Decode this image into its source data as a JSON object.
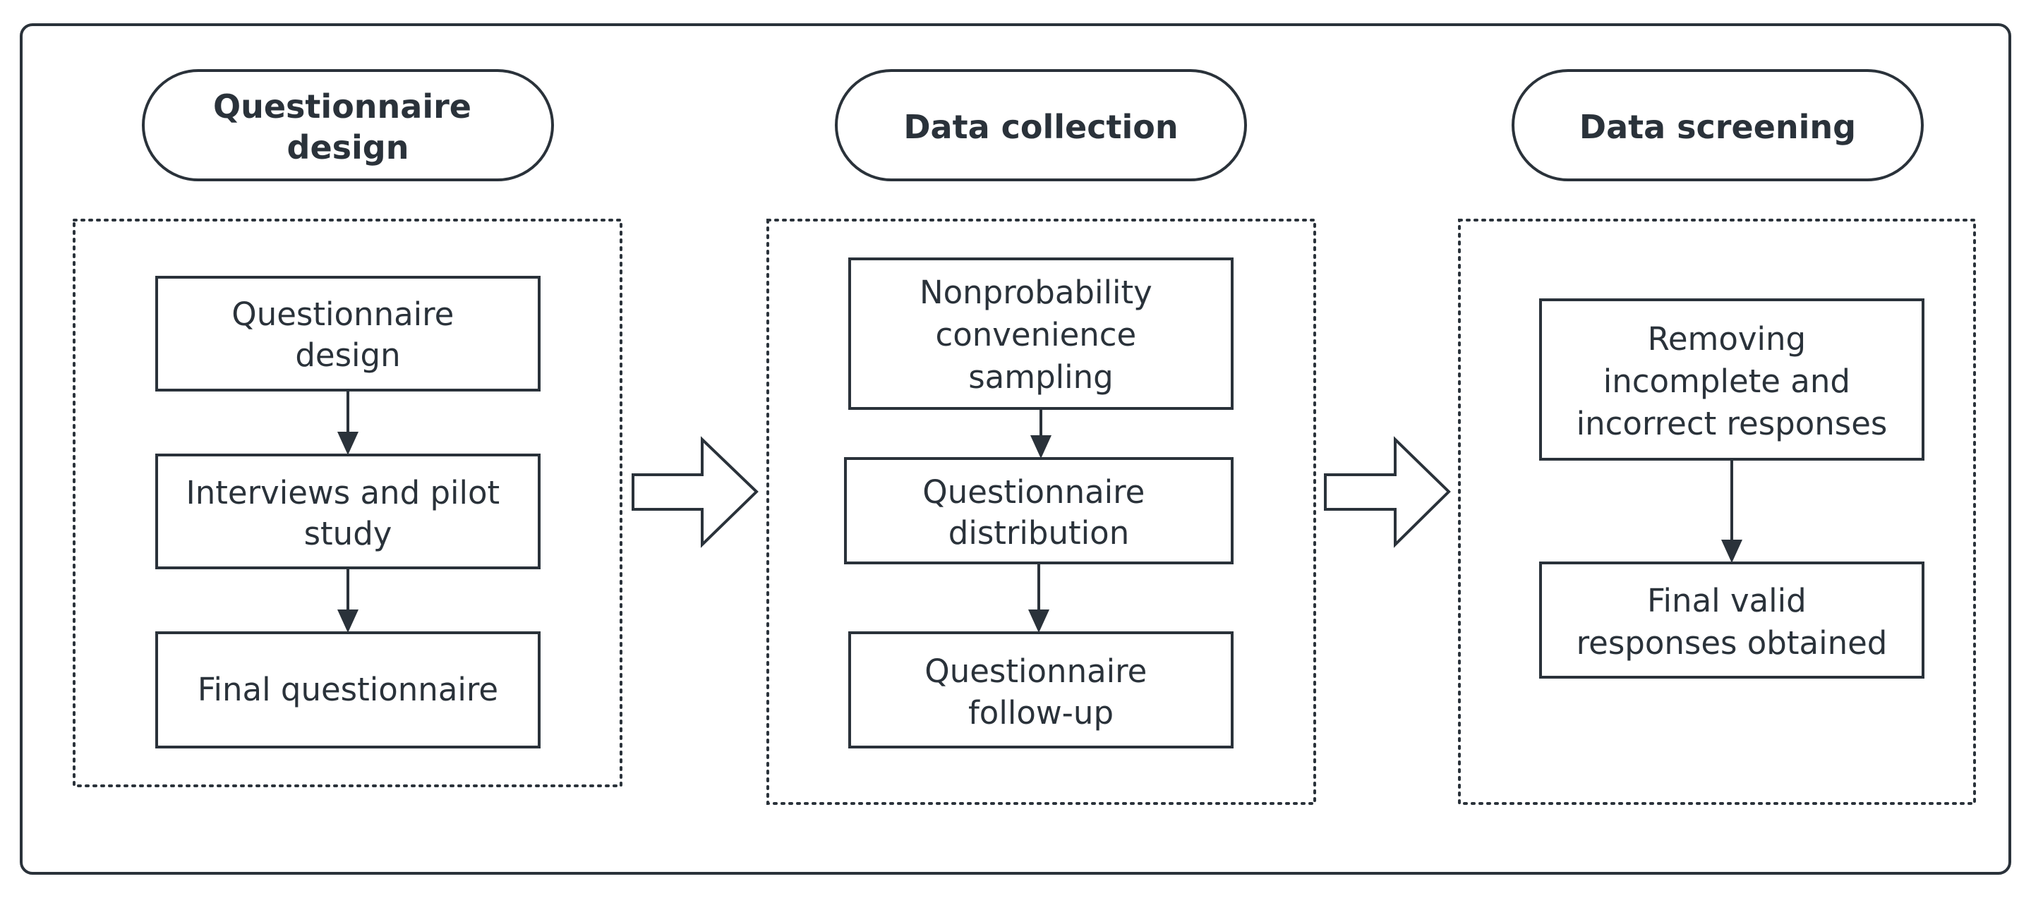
{
  "stages": [
    {
      "title": [
        "Questionnaire",
        "design"
      ],
      "steps": [
        [
          "Questionnaire",
          "design"
        ],
        [
          "Interviews and pilot",
          "study"
        ],
        [
          "Final questionnaire"
        ]
      ]
    },
    {
      "title": [
        "Data collection"
      ],
      "steps": [
        [
          "Nonprobability",
          "convenience",
          "sampling"
        ],
        [
          "Questionnaire",
          "distribution"
        ],
        [
          "Questionnaire",
          "follow-up"
        ]
      ]
    },
    {
      "title": [
        "Data screening"
      ],
      "steps": [
        [
          "Removing",
          "incomplete and",
          "incorrect responses"
        ],
        [
          "Final valid",
          "responses obtained"
        ]
      ]
    }
  ],
  "colors": {
    "stroke": "#2a323a",
    "background": "#ffffff"
  }
}
